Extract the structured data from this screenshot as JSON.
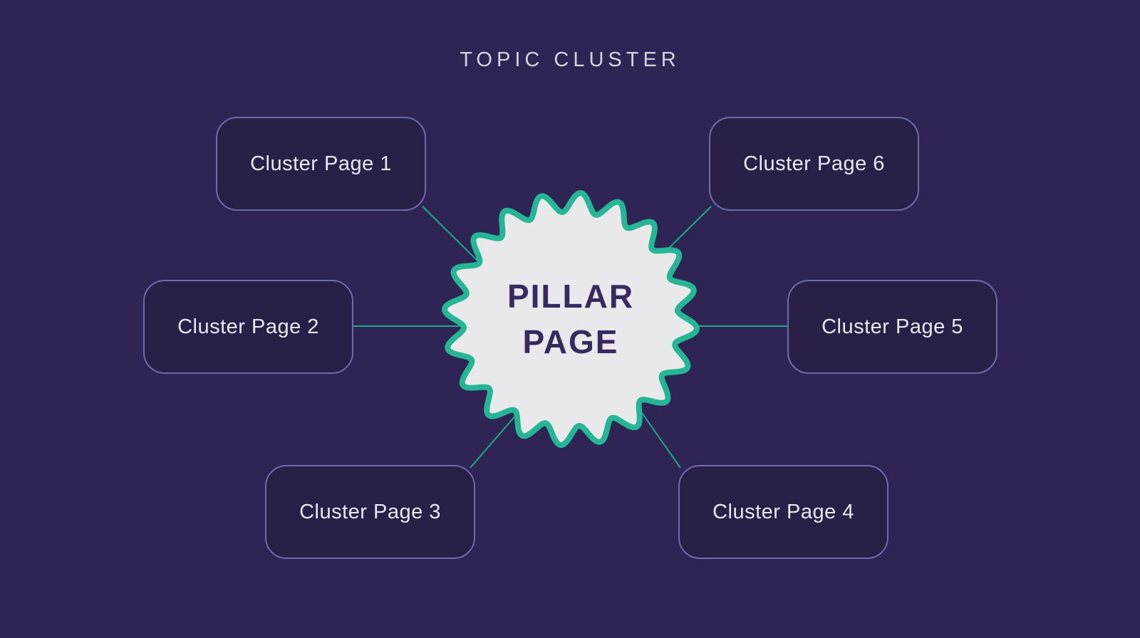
{
  "title": "TOPIC CLUSTER",
  "pillar": {
    "line1": "PILLAR",
    "line2": "PAGE"
  },
  "clusters": [
    {
      "label": "Cluster Page 1"
    },
    {
      "label": "Cluster Page 2"
    },
    {
      "label": "Cluster Page 3"
    },
    {
      "label": "Cluster Page 4"
    },
    {
      "label": "Cluster Page 5"
    },
    {
      "label": "Cluster Page 6"
    }
  ],
  "colors": {
    "background": "#2F2554",
    "node_fill": "#292048",
    "node_border": "#6E6BAD",
    "node_text": "#E9E7F1",
    "title_text": "#D6D2E0",
    "connector": "#1CA98C",
    "pillar_border": "#25B795",
    "pillar_fill": "#E9E8EB",
    "pillar_text": "#362A60"
  }
}
